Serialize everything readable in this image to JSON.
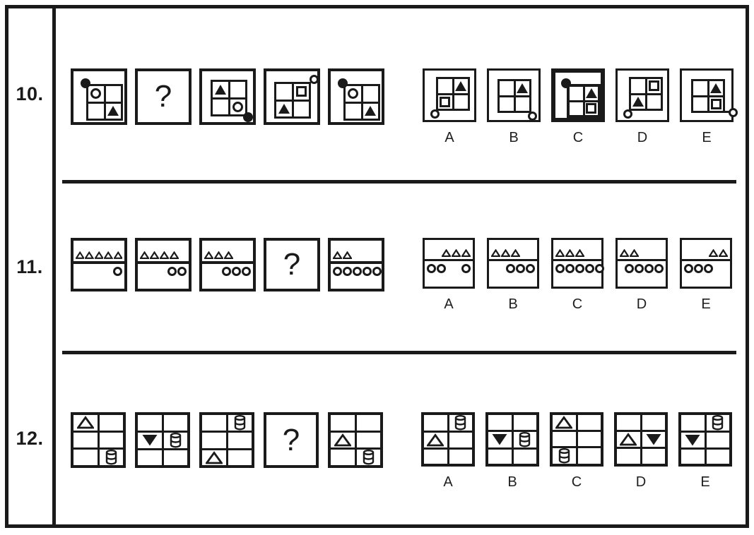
{
  "colors": {
    "ink": "#1a1a1a",
    "paper": "#ffffff"
  },
  "question_mark": "?",
  "questions": [
    {
      "number": "10.",
      "type": "corner-grid",
      "sequence": [
        {
          "marker": {
            "corner": "tl",
            "style": "dot"
          },
          "cells": {
            "tl": "circle",
            "br": "triangle"
          }
        },
        {
          "placeholder": true
        },
        {
          "marker": {
            "corner": "br",
            "style": "dot"
          },
          "cells": {
            "tl": "triangle",
            "br": "circle"
          }
        },
        {
          "marker": {
            "corner": "tr",
            "style": "ring"
          },
          "cells": {
            "tr": "square",
            "bl": "triangle"
          }
        },
        {
          "marker": {
            "corner": "tl",
            "style": "dot"
          },
          "cells": {
            "tl": "circle",
            "br": "triangle"
          }
        }
      ],
      "options": [
        {
          "label": "A",
          "marker": {
            "corner": "bl",
            "style": "ring"
          },
          "cells": {
            "tr": "triangle",
            "bl": "square"
          }
        },
        {
          "label": "B",
          "marker": {
            "corner": "br",
            "style": "ring"
          },
          "cells": {
            "tr": "triangle"
          }
        },
        {
          "label": "C",
          "bold_frame": true,
          "marker": {
            "corner": "tl",
            "style": "dot"
          },
          "cells": {
            "tr": "triangle",
            "br": "square"
          }
        },
        {
          "label": "D",
          "marker": {
            "corner": "bl",
            "style": "ring"
          },
          "cells": {
            "tr": "square",
            "bl": "triangle"
          }
        },
        {
          "label": "E",
          "marker": {
            "corner": "br-right",
            "style": "ring"
          },
          "cells": {
            "tr": "triangle",
            "br": "square"
          }
        }
      ]
    },
    {
      "number": "11.",
      "type": "triangles-circles",
      "sequence": [
        {
          "triangles": {
            "count": 5,
            "align": "left"
          },
          "circles": [
            {
              "count": 1,
              "align": "right"
            }
          ]
        },
        {
          "triangles": {
            "count": 4,
            "align": "left"
          },
          "circles": [
            {
              "count": 2,
              "align": "right"
            }
          ]
        },
        {
          "triangles": {
            "count": 3,
            "align": "left"
          },
          "circles": [
            {
              "count": 3,
              "align": "right"
            }
          ]
        },
        {
          "placeholder": true
        },
        {
          "triangles": {
            "count": 2,
            "align": "left"
          },
          "circles": [
            {
              "count": 5,
              "align": "left"
            }
          ]
        }
      ],
      "options": [
        {
          "label": "A",
          "triangles": {
            "count": 3,
            "align": "right"
          },
          "circles": [
            {
              "count": 2,
              "align": "left"
            },
            {
              "count": 1,
              "align": "right"
            }
          ]
        },
        {
          "label": "B",
          "triangles": {
            "count": 3,
            "align": "left"
          },
          "circles": [
            {
              "count": 3,
              "align": "right"
            }
          ]
        },
        {
          "label": "C",
          "triangles": {
            "count": 3,
            "align": "left"
          },
          "circles": [
            {
              "count": 5,
              "align": "left"
            }
          ]
        },
        {
          "label": "D",
          "triangles": {
            "count": 2,
            "align": "left"
          },
          "circles": [
            {
              "count": 4,
              "align": "right"
            }
          ]
        },
        {
          "label": "E",
          "triangles": {
            "count": 2,
            "align": "right"
          },
          "circles": [
            {
              "count": 3,
              "align": "left"
            }
          ]
        }
      ]
    },
    {
      "number": "12.",
      "type": "cell-grid",
      "grid": {
        "rows": 3,
        "cols": 2
      },
      "sequence": [
        {
          "items": [
            {
              "row": 1,
              "col": 1,
              "icon": "triangle-open"
            },
            {
              "row": 3,
              "col": 2,
              "icon": "cylinder"
            }
          ]
        },
        {
          "items": [
            {
              "row": 2,
              "col": 1,
              "icon": "triangle-down"
            },
            {
              "row": 2,
              "col": 2,
              "icon": "cylinder"
            }
          ]
        },
        {
          "items": [
            {
              "row": 1,
              "col": 2,
              "icon": "cylinder"
            },
            {
              "row": 3,
              "col": 1,
              "icon": "triangle-open"
            }
          ]
        },
        {
          "placeholder": true
        },
        {
          "items": [
            {
              "row": 2,
              "col": 1,
              "icon": "triangle-open"
            },
            {
              "row": 3,
              "col": 2,
              "icon": "cylinder"
            }
          ]
        }
      ],
      "options": [
        {
          "label": "A",
          "items": [
            {
              "row": 1,
              "col": 2,
              "icon": "cylinder"
            },
            {
              "row": 2,
              "col": 1,
              "icon": "triangle-open"
            }
          ]
        },
        {
          "label": "B",
          "items": [
            {
              "row": 2,
              "col": 1,
              "icon": "triangle-down"
            },
            {
              "row": 2,
              "col": 2,
              "icon": "cylinder"
            }
          ]
        },
        {
          "label": "C",
          "items": [
            {
              "row": 1,
              "col": 1,
              "icon": "triangle-open"
            },
            {
              "row": 3,
              "col": 1,
              "icon": "cylinder"
            }
          ]
        },
        {
          "label": "D",
          "items": [
            {
              "row": 2,
              "col": 1,
              "icon": "triangle-open"
            },
            {
              "row": 2,
              "col": 2,
              "icon": "triangle-down"
            }
          ]
        },
        {
          "label": "E",
          "items": [
            {
              "row": 1,
              "col": 2,
              "icon": "cylinder"
            },
            {
              "row": 2,
              "col": 1,
              "icon": "triangle-down"
            }
          ]
        }
      ]
    }
  ]
}
